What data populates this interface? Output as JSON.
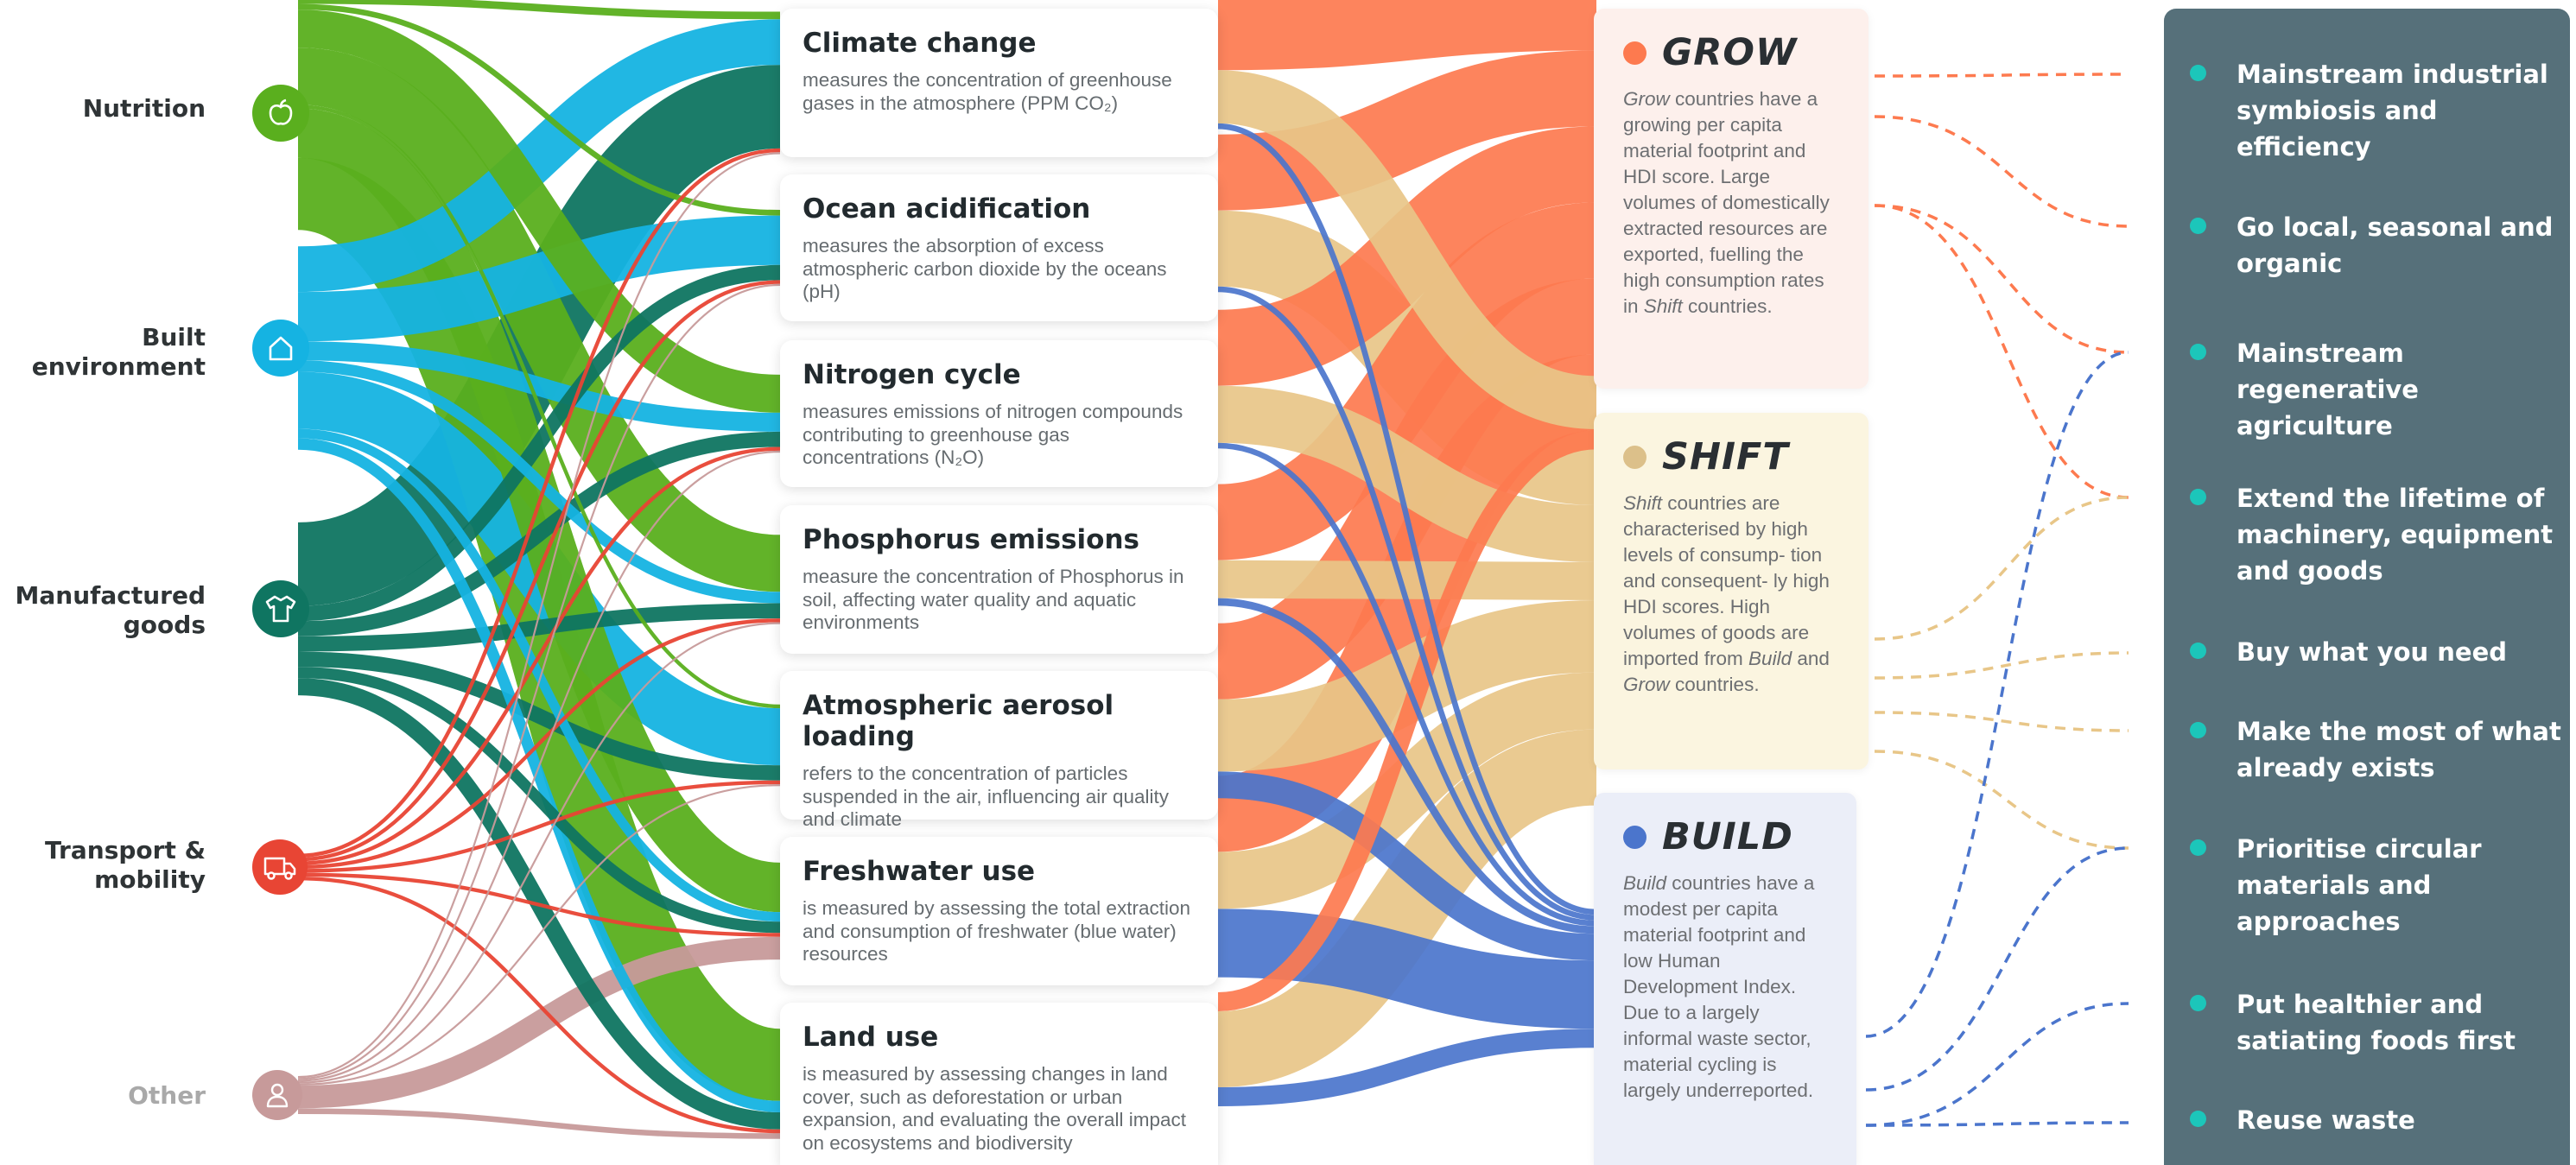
{
  "colors": {
    "nutrition": "#5aaf1e",
    "built": "#15b3e2",
    "manufactured": "#0f7561",
    "transport": "#e84534",
    "other": "#c79a9a",
    "grow": "#fd7a4f",
    "shift": "#e8c688",
    "build": "#4b75cc",
    "actions_bg": "#56707a",
    "action_dot": "#1cc6ba"
  },
  "sectors": [
    {
      "label": "Nutrition",
      "icon": "apple-icon"
    },
    {
      "label": "Built environment",
      "icon": "house-icon"
    },
    {
      "label": "Manufactured goods",
      "icon": "tshirt-icon"
    },
    {
      "label": "Transport & mobility",
      "icon": "truck-icon"
    },
    {
      "label": "Other",
      "icon": "person-icon"
    }
  ],
  "boundaries": [
    {
      "title": "Climate change",
      "desc": "measures the concentration of greenhouse gases in the atmosphere (PPM CO₂)"
    },
    {
      "title": "Ocean acidification",
      "desc": "measures the absorption of excess atmospheric carbon dioxide by the oceans (pH)"
    },
    {
      "title": "Nitrogen cycle",
      "desc": "measures emissions of nitrogen compounds contributing to greenhouse gas concentrations (N₂O)"
    },
    {
      "title": "Phosphorus emissions",
      "desc": "measure the concentration of Phosphorus in soil, affecting water quality and aquatic environments"
    },
    {
      "title": "Atmospheric aerosol loading",
      "desc": "refers to the concentration of particles suspended in the air, influencing air quality and climate"
    },
    {
      "title": "Freshwater use",
      "desc": "is measured by assessing the total extraction and consumption of freshwater (blue water) resources"
    },
    {
      "title": "Land use",
      "desc": "is measured by assessing changes in land cover, such as deforestation or urban expansion, and evaluating the overall impact on ecosystems and biodiversity"
    }
  ],
  "countries": [
    {
      "name": "GROW",
      "color": "#fd7a4f",
      "lead": "Grow",
      "desc": " countries have a growing per capita material footprint and HDI score. Large volumes of domestically extracted resources are exported, fuelling the high consumption rates in ",
      "ref1": "Shift",
      "tail": " countries."
    },
    {
      "name": "SHIFT",
      "color": "#dcc08a",
      "lead": "Shift",
      "desc": " countries are characterised by high levels of consump- tion and consequent- ly high HDI scores. High volumes of goods are imported from ",
      "ref1": "Build",
      "mid": " and ",
      "ref2": "Grow",
      "tail": " countries."
    },
    {
      "name": "BUILD",
      "color": "#4b75cc",
      "lead": "Build",
      "desc": " countries have a modest per capita material footprint and low Human Development Index. Due to a largely informal waste sector, material cycling is largely underreported."
    }
  ],
  "actions": [
    "Mainstream industrial symbiosis and efficiency",
    "Go local, seasonal and organic",
    "Mainstream regenerative agriculture",
    "Extend the lifetime of machinery, equipment and goods",
    "Buy what you need",
    "Make the most of what already exists",
    "Prioritise circular materials and approaches",
    "Put healthier and satiating foods first",
    "Reuse waste"
  ],
  "flows_left": [
    {
      "from": 0,
      "to": 0,
      "w": 4
    },
    {
      "from": 0,
      "to": 1,
      "w": 3
    },
    {
      "from": 0,
      "to": 2,
      "w": 20
    },
    {
      "from": 0,
      "to": 3,
      "w": 30
    },
    {
      "from": 0,
      "to": 4,
      "w": 2
    },
    {
      "from": 0,
      "to": 5,
      "w": 26
    },
    {
      "from": 0,
      "to": 6,
      "w": 38
    },
    {
      "from": 1,
      "to": 0,
      "w": 24
    },
    {
      "from": 1,
      "to": 1,
      "w": 26
    },
    {
      "from": 1,
      "to": 2,
      "w": 10
    },
    {
      "from": 1,
      "to": 3,
      "w": 6
    },
    {
      "from": 1,
      "to": 4,
      "w": 30
    },
    {
      "from": 1,
      "to": 5,
      "w": 5
    },
    {
      "from": 1,
      "to": 6,
      "w": 6
    },
    {
      "from": 2,
      "to": 0,
      "w": 44
    },
    {
      "from": 2,
      "to": 1,
      "w": 8
    },
    {
      "from": 2,
      "to": 2,
      "w": 8
    },
    {
      "from": 2,
      "to": 3,
      "w": 8
    },
    {
      "from": 2,
      "to": 4,
      "w": 8
    },
    {
      "from": 2,
      "to": 5,
      "w": 6
    },
    {
      "from": 2,
      "to": 6,
      "w": 9
    },
    {
      "from": 3,
      "to": 0,
      "w": 2
    },
    {
      "from": 3,
      "to": 1,
      "w": 2
    },
    {
      "from": 3,
      "to": 2,
      "w": 2
    },
    {
      "from": 3,
      "to": 3,
      "w": 2
    },
    {
      "from": 3,
      "to": 4,
      "w": 2
    },
    {
      "from": 3,
      "to": 5,
      "w": 2
    },
    {
      "from": 3,
      "to": 6,
      "w": 2
    },
    {
      "from": 4,
      "to": 0,
      "w": 1
    },
    {
      "from": 4,
      "to": 1,
      "w": 1
    },
    {
      "from": 4,
      "to": 2,
      "w": 1
    },
    {
      "from": 4,
      "to": 3,
      "w": 1
    },
    {
      "from": 4,
      "to": 4,
      "w": 1
    },
    {
      "from": 4,
      "to": 5,
      "w": 12
    },
    {
      "from": 4,
      "to": 6,
      "w": 3
    }
  ],
  "flows_right": [
    {
      "from": 0,
      "to": 0,
      "w": 54
    },
    {
      "from": 0,
      "to": 1,
      "w": 28
    },
    {
      "from": 0,
      "to": 2,
      "w": 3
    },
    {
      "from": 1,
      "to": 0,
      "w": 40
    },
    {
      "from": 1,
      "to": 1,
      "w": 40
    },
    {
      "from": 1,
      "to": 2,
      "w": 3
    },
    {
      "from": 2,
      "to": 0,
      "w": 40
    },
    {
      "from": 2,
      "to": 1,
      "w": 30
    },
    {
      "from": 2,
      "to": 2,
      "w": 3
    },
    {
      "from": 3,
      "to": 0,
      "w": 40
    },
    {
      "from": 3,
      "to": 1,
      "w": 20
    },
    {
      "from": 3,
      "to": 2,
      "w": 4
    },
    {
      "from": 4,
      "to": 0,
      "w": 40
    },
    {
      "from": 4,
      "to": 1,
      "w": 38
    },
    {
      "from": 4,
      "to": 2,
      "w": 14
    },
    {
      "from": 5,
      "to": 0,
      "w": 40
    },
    {
      "from": 5,
      "to": 1,
      "w": 30
    },
    {
      "from": 5,
      "to": 2,
      "w": 36
    },
    {
      "from": 6,
      "to": 0,
      "w": 10
    },
    {
      "from": 6,
      "to": 1,
      "w": 40
    },
    {
      "from": 6,
      "to": 2,
      "w": 10
    }
  ],
  "arrows": [
    {
      "from": 0,
      "to": 0
    },
    {
      "from": 0,
      "to": 1
    },
    {
      "from": 0,
      "to": 2
    },
    {
      "from": 0,
      "to": 3
    },
    {
      "from": 1,
      "to": 3
    },
    {
      "from": 1,
      "to": 4
    },
    {
      "from": 1,
      "to": 5
    },
    {
      "from": 1,
      "to": 6
    },
    {
      "from": 2,
      "to": 2
    },
    {
      "from": 2,
      "to": 6
    },
    {
      "from": 2,
      "to": 7
    },
    {
      "from": 2,
      "to": 8
    }
  ]
}
